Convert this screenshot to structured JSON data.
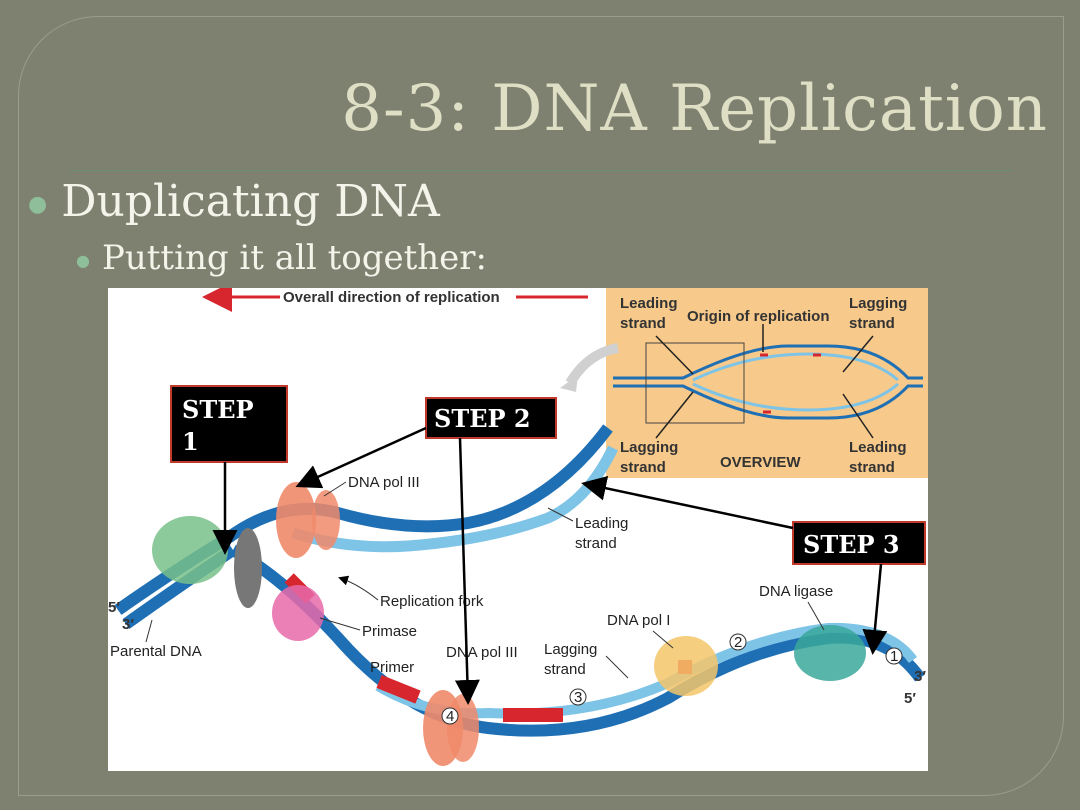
{
  "slide": {
    "title": "8-3:  DNA Replication",
    "bullet_1": "Duplicating DNA",
    "bullet_2": "Putting it all together:"
  },
  "figure": {
    "direction_label": "Overall direction of replication",
    "overview": {
      "leading_top": [
        "Leading",
        "strand"
      ],
      "origin": "Origin of replication",
      "lagging_top": [
        "Lagging",
        "strand"
      ],
      "lagging_bottom": [
        "Lagging",
        "strand"
      ],
      "overview_label": "OVERVIEW",
      "leading_bottom": [
        "Leading",
        "strand"
      ]
    },
    "labels": {
      "dna_pol_iii_top": "DNA pol III",
      "leading_strand": [
        "Leading",
        "strand"
      ],
      "replication_fork": "Replication fork",
      "primase": "Primase",
      "parental_dna": "Parental DNA",
      "primer": "Primer",
      "dna_pol_iii_bottom": "DNA pol III",
      "lagging_strand": [
        "Lagging",
        "strand"
      ],
      "dna_pol_i": "DNA pol I",
      "dna_ligase": "DNA ligase",
      "five_prime_left": "5′",
      "three_prime_left": "3′",
      "three_prime_right": "3′",
      "five_prime_right": "5′",
      "num_1": "1",
      "num_2": "2",
      "num_3": "3",
      "num_4": "4"
    },
    "steps": {
      "step1": [
        "STEP",
        "1"
      ],
      "step2": "STEP 2",
      "step3": "STEP 3"
    },
    "colors": {
      "dna_blue": "#1f6fb5",
      "new_strand": "#7ec4e6",
      "primer_red": "#d7262e",
      "overview_bg": "#f7c98a",
      "arrow_red": "#d7262e"
    }
  }
}
